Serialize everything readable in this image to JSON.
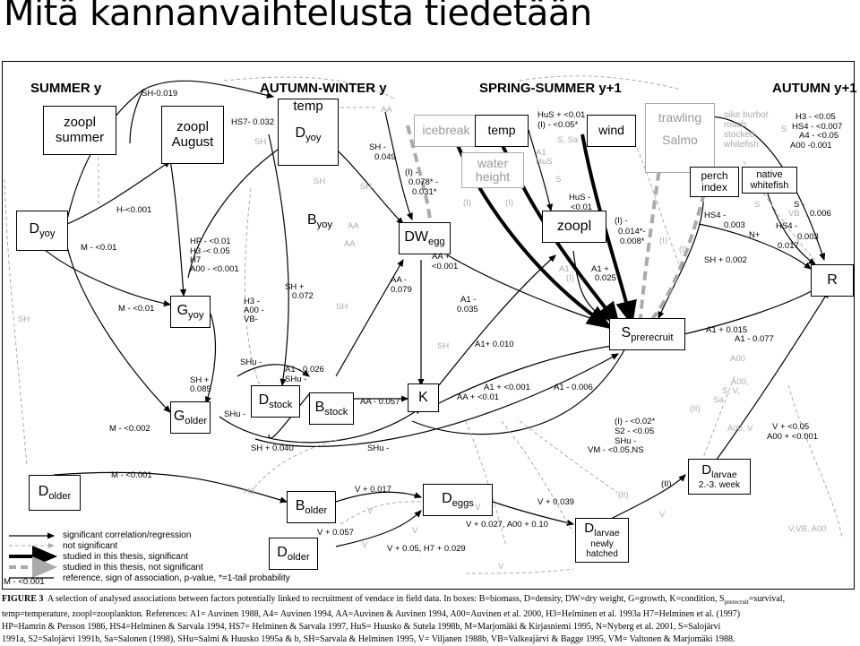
{
  "title": "Mitä kannanvaihtelusta tiedetään",
  "seasons": {
    "summer": "SUMMER y",
    "autumn_winter": "AUTUMN-WINTER y",
    "spring_summer": "SPRING-SUMMER y+1",
    "autumn": "AUTUMN y+1"
  },
  "boxes": {
    "zoopl_summer": "zoopl summer",
    "zoopl_august": "zoopl August",
    "temp1": "temp",
    "d_yoy_main": "D",
    "d_yoy_sub": "yoy",
    "d_yoy_left_main": "D",
    "d_yoy_left_sub": "yoy",
    "b_yoy_main": "B",
    "b_yoy_sub": "yoy",
    "icebreak": "icebreak",
    "temp2": "temp",
    "water_height": "water height",
    "wind": "wind",
    "trawling": "trawling",
    "salmo": "Salmo",
    "pike": "pike burbot roach stocked whitefish",
    "perch_index": "perch index",
    "native_whitefish": "native whitefish",
    "dw_egg_main": "DW",
    "dw_egg_sub": "egg",
    "zoopl2": "zoopl",
    "g_yoy_main": "G",
    "g_yoy_sub": "yoy",
    "r": "R",
    "s_prerecruit_main": "S",
    "s_prerecruit_sub": "prerecruit",
    "g_older_main": "G",
    "g_older_sub": "older",
    "d_stock_main": "D",
    "d_stock_sub": "stock",
    "b_stock_main": "B",
    "b_stock_sub": "stock",
    "k": "K",
    "d_older_main": "D",
    "d_older_sub": "older",
    "b_older_main": "B",
    "b_older_sub": "older",
    "d_older2_main": "D",
    "d_older2_sub": "older",
    "d_eggs_main": "D",
    "d_eggs_sub": "eggs",
    "d_larvae_hatched_main": "D",
    "d_larvae_hatched_sub": "larvae",
    "d_larvae_hatched_note": "newly hatched",
    "d_larvae_week_main": "D",
    "d_larvae_week_sub": "larvae",
    "d_larvae_week_note": "2.-3. week"
  },
  "labels": {
    "sh0019": "SH-0.019",
    "hs7": "HS7- 0.032",
    "sh_a": "SH",
    "h0001": "H-<0.001",
    "m001a": "M - <0.01",
    "hp001": "HP - <0.01",
    "h3_005": "H3 -< 0.05",
    "h7": "H7",
    "a00_0001": "A00 - <0.001",
    "m001b": "M - <0.01",
    "sh_left": "SH",
    "h3_a00_vb": "H3 -",
    "h3_a00_vb2": "A00 -",
    "h3_a00_vb3": "VB-",
    "sh0072": "SH +",
    "sh0072b": "0.072",
    "sh_0085": "SH +",
    "sh_0085b": "0.085",
    "m0002": "M - <0.002",
    "shu_a": "SHu -",
    "shu_b": "SHu -",
    "a1_0026": "A1 - 0.026",
    "shu_c": "SHu -",
    "sh0040": "SH + 0.040",
    "shu_d": "SHu -",
    "aa0057": "AA - 0.057",
    "sh0049": "SH -",
    "sh0049b": "0.049",
    "i0078": "(I) -",
    "i0078b": "0.078* -",
    "i0078c": "0.031*",
    "aa_top": "AA",
    "sh_b": "SH",
    "sh_c": "SH",
    "aa_b": "AA",
    "aa_c": "AA",
    "sh_d": "SH",
    "aa0001": "AA +",
    "aa0001b": "<0.001",
    "aa0079": "AA -",
    "aa0079b": "0.079",
    "a1_0035": "A1 -",
    "a1_0035b": "0.035",
    "sh_e": "SH",
    "a1_0010": "A1+ 0.010",
    "a1_0001": "A1 + <0.001",
    "aa_0001": "AA + <0.01",
    "a1_0006": "A1 - 0.006",
    "hus001": "HuS + <0.01",
    "i005": "(I) - <0.05*",
    "s_sa": "S, Sa",
    "a1_hus": "A1",
    "a1_hus2": "HuS",
    "s_lbl": "S",
    "hus_001": "HuS -",
    "hus_001b": "<0.01",
    "i_a": "(I)",
    "i_b": "(I)",
    "i0014": "(I) -",
    "i0014b": "0.014*-",
    "i0014c": "0.008*",
    "a1_i": "A1",
    "a1_i2": "(I)",
    "a1_0025": "A1 +",
    "a1_0025b": "0.025",
    "i_c": "(I)",
    "i_d": "(I)",
    "i0002": "(I) - <0.02*",
    "s2_005": "S2 - <0.05",
    "shu_e": "SHu -",
    "vm_ns": "VM - <0.05,NS",
    "hs4_0003": "HS4 -",
    "hs4_0003b": "0.003",
    "n_plus": "N+",
    "sh_0002": "SH + 0.002",
    "s_a": "S",
    "vb": "VB",
    "hs4_0017": "HS4 -",
    "hs4_0003c": "0.003",
    "v0017": "0.017",
    "s_0006": "S -",
    "s_0006b": "0.006",
    "h3_005b": "H3 - <0.05",
    "hs4_0007": "HS4 - <0.007",
    "a4_005": "A4 - <0.05",
    "a00_0001b": "A00 -0.001",
    "s_b": "S",
    "a1_0015": "A1 + 0.015",
    "a1_0077": "A1 - 0.077",
    "a00_a": "A00",
    "a00_s_v_sa": "A00,",
    "a00_s_v_sa2": "S, V,",
    "a00_s_v_sa3": "Sa",
    "ii_a": "(II)",
    "a00_v": "A00, V",
    "v005": "V + <0.05",
    "a00_0001c": "A00 + <0.001",
    "m0001": "M - <0.001",
    "h3": "H3",
    "v0017b": "V + 0.017",
    "v_a": "V",
    "v0057": "V + 0.057",
    "v_b": "V",
    "v_c": "V",
    "v0039": "V + 0.039",
    "ii_b": "(II)",
    "ii_c": "(II)",
    "v0027": "V + 0.027, A00 + 0.10",
    "v005_h7": "V + 0.05, H7 + 0.029",
    "v_d": "V",
    "v_e": "V",
    "v_vb_a00": "V,VB, A00",
    "m0001_bottom": "M - <0.001",
    "v_f": "V"
  },
  "legend": {
    "items": [
      "significant correlation/regression",
      "not significant",
      "studied in this thesis, significant",
      "studied in this thesis, not significant",
      "reference, sign of association, p-value, *=1-tail probability"
    ]
  },
  "caption": {
    "figure": "FIGURE 3",
    "text1": "A selection of analysed associations between factors potentially linked to recruitment of vendace in field data. In boxes: B=biomass, D=density, DW=dry weight, G=growth, K=condition, S",
    "text1_sub": "prerecruit",
    "text1_end": "=survival,",
    "text2": "temp=temperature, zoopl=zooplankton. References: A1= Auvinen 1988, A4= Auvinen 1994, AA=Auvinen & Auvinen 1994, A00=Auvinen et al. 2000, H3=Helminen et al. 1993a H7=Helminen et al. (1997)",
    "text3": "HP=Hamrin & Persson 1986, HS4=Helminen & Sarvala 1994, HS7= Helminen & Sarvala 1997, HuS= Huusko & Sutela 1998b, M=Marjomäki & Kirjasniemi 1995, N=Nyberg et al. 2001, S=Salojärvi",
    "text4": "1991a, S2=Salojärvi 1991b, Sa=Salonen (1998), SHu=Salmi & Huusko 1995a & b, SH=Sarvala & Helminen 1995, V= Viljanen 1988b, VB=Valkeajärvi & Bagge 1995, VM= Valtonen & Marjomäki 1988."
  },
  "colors": {
    "black": "#000000",
    "grey": "#aaaaaa"
  }
}
